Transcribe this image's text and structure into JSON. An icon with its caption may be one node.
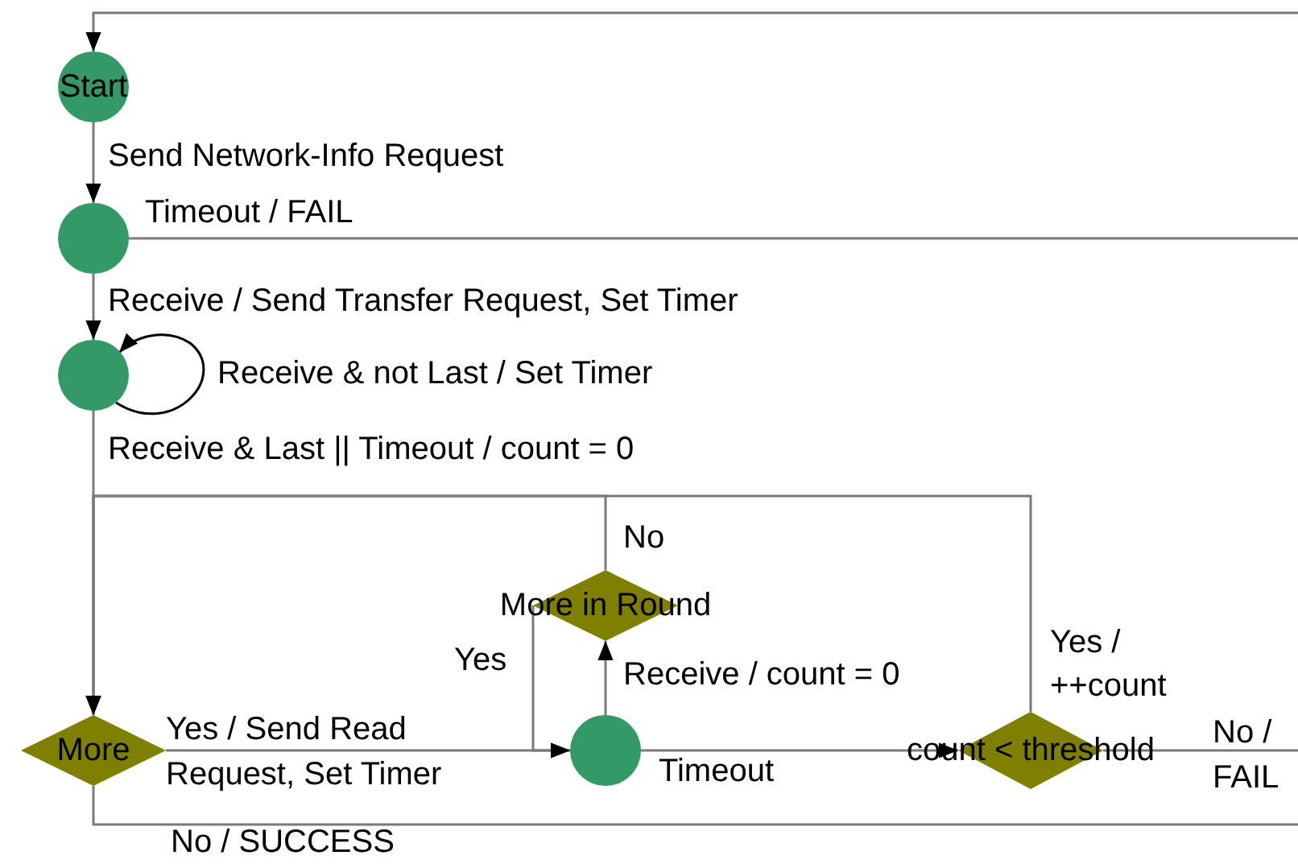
{
  "diagram": {
    "nodes": [
      {
        "text": [
          "Start"
        ]
      },
      {
        "text": [],
        "shape": "circle"
      },
      {
        "text": [],
        "shape": "circle"
      },
      {
        "text": [
          "More in Round"
        ]
      },
      {
        "text": [
          "More"
        ]
      },
      {
        "text": [],
        "shape": "circle"
      },
      {
        "text": [
          "count < threshold"
        ]
      }
    ],
    "edges": [
      {
        "from": null,
        "to": 0,
        "arrow": "to"
      },
      {
        "from": 0,
        "to": 1,
        "arrow": "to",
        "label": "Send Network-Info Request"
      },
      {
        "from": 1,
        "to": null,
        "arrow": "none",
        "label": "Timeout / FAIL"
      },
      {
        "from": 1,
        "to": 2,
        "arrow": "to",
        "label": "Receive / Send Transfer Request, Set Timer"
      },
      {
        "from": 2,
        "to": 2,
        "arrow": "to",
        "label": "Receive & not Last / Set Timer",
        "color": "#000000"
      },
      {
        "from": 2,
        "to": 4,
        "arrow": "to",
        "label": "Receive & Last || Timeout / count = 0"
      },
      {
        "from": 3,
        "to": 4,
        "arrow": "to",
        "label": "No"
      },
      {
        "from": 4,
        "to": 5,
        "arrow": "to",
        "label": "Yes / Send Read Request, Set Timer"
      },
      {
        "from": 3,
        "to": 5,
        "arrow": "to",
        "label": "Yes"
      },
      {
        "from": 5,
        "to": 3,
        "arrow": "to",
        "label": "Receive / count = 0"
      },
      {
        "from": 5,
        "to": 6,
        "arrow": "to",
        "label": "Timeout"
      },
      {
        "from": 6,
        "to": 4,
        "arrow": "to",
        "label": "Yes / ++count"
      },
      {
        "from": 6,
        "to": null,
        "arrow": "none",
        "label": "No / FAIL"
      },
      {
        "from": 4,
        "to": null,
        "arrow": "none",
        "label": "No / SUCCESS"
      }
    ]
  }
}
